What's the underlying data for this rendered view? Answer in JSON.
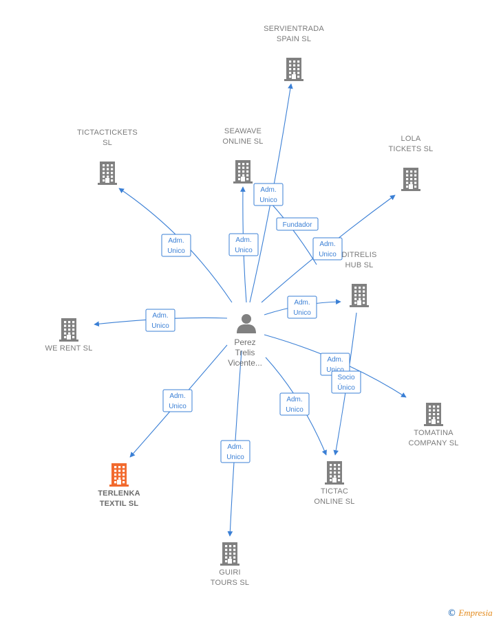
{
  "colors": {
    "edge": "#3a7fd5",
    "building": "#808080",
    "building_highlight": "#f26a2e",
    "person": "#808080"
  },
  "person": {
    "name_lines": [
      "Perez",
      "Trelis",
      "Vicente..."
    ],
    "icon": "person-icon"
  },
  "companies": [
    {
      "id": "servientrada",
      "lines": [
        "SERVIENTRADA",
        "SPAIN  SL"
      ],
      "highlight": false
    },
    {
      "id": "tictactickets",
      "lines": [
        "TICTACTICKETS",
        "SL"
      ],
      "highlight": false
    },
    {
      "id": "seawave",
      "lines": [
        "SEAWAVE",
        "ONLINE  SL"
      ],
      "highlight": false
    },
    {
      "id": "lola",
      "lines": [
        "LOLA",
        "TICKETS  SL"
      ],
      "highlight": false
    },
    {
      "id": "ditrelis",
      "lines": [
        "DITRELIS",
        "HUB  SL"
      ],
      "highlight": false
    },
    {
      "id": "werent",
      "lines": [
        "WE RENT  SL"
      ],
      "highlight": false
    },
    {
      "id": "tomatina",
      "lines": [
        "TOMATINA",
        "COMPANY  SL"
      ],
      "highlight": false
    },
    {
      "id": "terlenka",
      "lines": [
        "TERLENKA",
        "TEXTIL  SL"
      ],
      "highlight": true
    },
    {
      "id": "tictac",
      "lines": [
        "TICTAC",
        "ONLINE  SL"
      ],
      "highlight": false
    },
    {
      "id": "guiri",
      "lines": [
        "GUIRI",
        "TOURS  SL"
      ],
      "highlight": false
    }
  ],
  "edges": [
    {
      "from": "person",
      "to": "servientrada",
      "label": [
        "Adm.",
        "Unico"
      ]
    },
    {
      "from": "person",
      "to": "seawave",
      "label": [
        "Fundador"
      ]
    },
    {
      "from": "person",
      "to": "seawave",
      "label": [
        "Adm.",
        "Unico"
      ]
    },
    {
      "from": "person",
      "to": "tictactickets",
      "label": [
        "Adm.",
        "Unico"
      ]
    },
    {
      "from": "person",
      "to": "lola",
      "label": [
        "Adm.",
        "Unico"
      ]
    },
    {
      "from": "person",
      "to": "ditrelis",
      "label": [
        "Adm.",
        "Unico"
      ]
    },
    {
      "from": "person",
      "to": "werent",
      "label": [
        "Adm.",
        "Unico"
      ]
    },
    {
      "from": "person",
      "to": "tomatina",
      "label": [
        "Adm.",
        "Unico"
      ]
    },
    {
      "from": "ditrelis",
      "to": "tictac",
      "label": [
        "Socio",
        "Único"
      ]
    },
    {
      "from": "person",
      "to": "terlenka",
      "label": [
        "Adm.",
        "Unico"
      ]
    },
    {
      "from": "person",
      "to": "tictac",
      "label": [
        "Adm.",
        "Unico"
      ]
    },
    {
      "from": "person",
      "to": "guiri",
      "label": [
        "Adm.",
        "Unico"
      ]
    }
  ],
  "footer": {
    "copyright": "©",
    "brand": "Empresia"
  }
}
